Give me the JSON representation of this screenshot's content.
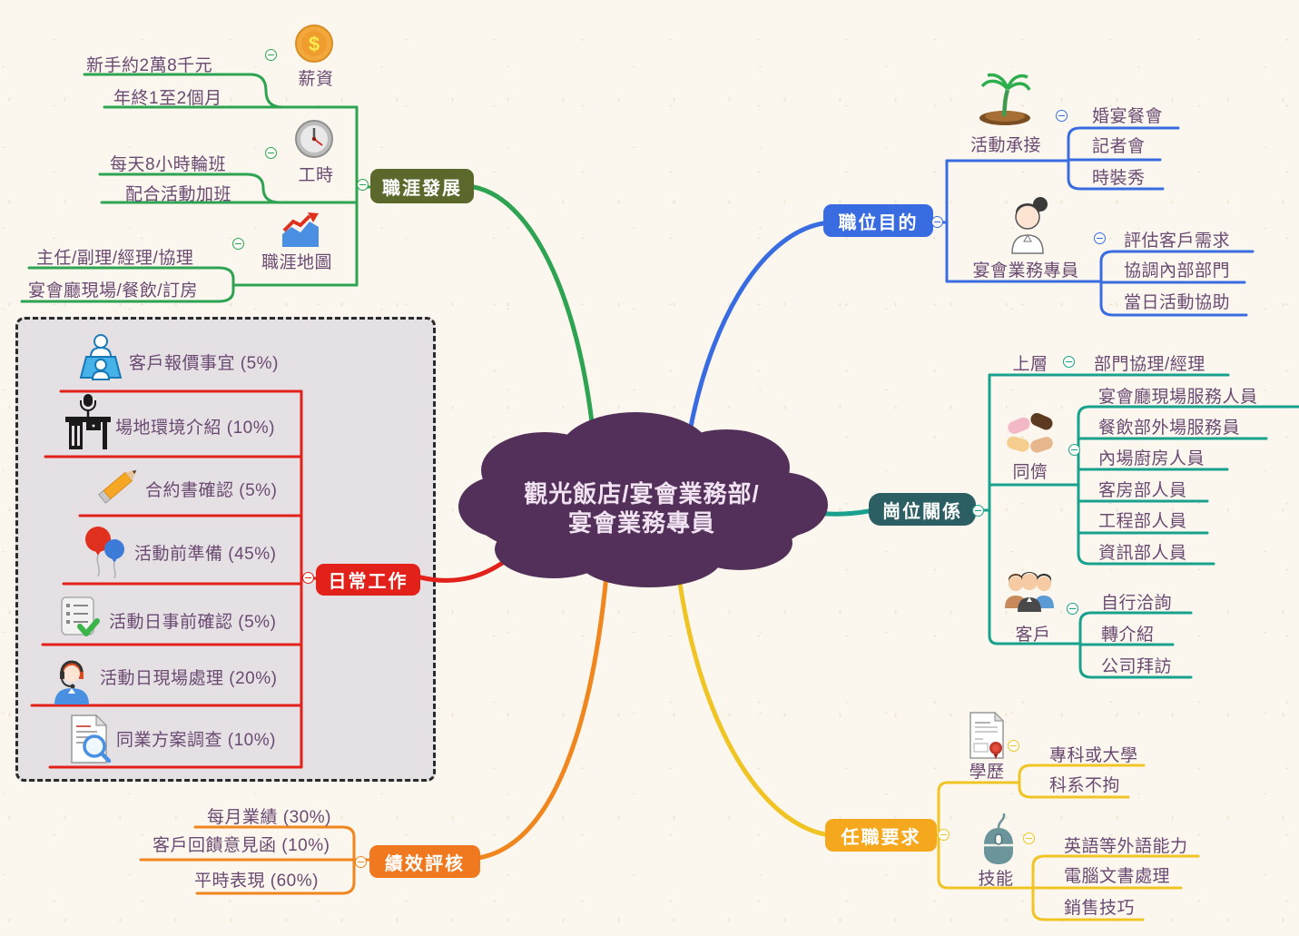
{
  "colors": {
    "green_line": "#2EA352",
    "career_box": "#5A682C",
    "blue": "#3A6CE1",
    "teal_line": "#18A18C",
    "relations_box": "#2C5F63",
    "red": "#E3211B",
    "orange": "#F0781E",
    "orange_line": "#F0861E",
    "amber_box": "#F5A81E",
    "yellow_line": "#F0C424",
    "cloud": "#533059",
    "item_text": "#6B4A72",
    "region_bg": "#E4E0E4"
  },
  "center": {
    "line1": "觀光飯店/宴會業務部/",
    "line2": "宴會業務專員"
  },
  "career": {
    "label": "職涯發展",
    "salary": {
      "label": "薪資",
      "icon": "coin-icon",
      "coin_symbol": "$",
      "items": [
        "新手約2萬8千元",
        "年終1至2個月"
      ]
    },
    "hours": {
      "label": "工時",
      "icon": "clock-icon",
      "items": [
        "每天8小時輪班",
        "配合活動加班"
      ]
    },
    "map": {
      "label": "職涯地圖",
      "icon": "growth-chart-icon",
      "items": [
        "主任/副理/經理/協理",
        "宴會廳現場/餐飲/訂房"
      ]
    }
  },
  "purpose": {
    "label": "職位目的",
    "events": {
      "label": "活動承接",
      "icon": "palm-island-icon",
      "items": [
        "婚宴餐會",
        "記者會",
        "時裝秀"
      ]
    },
    "specialist": {
      "label": "宴會業務專員",
      "icon": "woman-icon",
      "items": [
        "評估客戶需求",
        "協調內部部門",
        "當日活動協助"
      ]
    }
  },
  "relations": {
    "label": "崗位關係",
    "upper": {
      "label": "上層",
      "items": [
        "部門協理/經理"
      ]
    },
    "peers": {
      "label": "同儕",
      "icon": "hands-together-icon",
      "items": [
        "宴會廳現場服務人員",
        "餐飲部外場服務員",
        "內場廚房人員",
        "客房部人員",
        "工程部人員",
        "資訊部人員"
      ]
    },
    "customers": {
      "label": "客戶",
      "icon": "people-group-icon",
      "items": [
        "自行洽詢",
        "轉介紹",
        "公司拜訪"
      ]
    }
  },
  "daily": {
    "label": "日常工作",
    "item_icons": [
      "meeting-icon",
      "reception-desk-icon",
      "pencil-icon",
      "balloons-icon",
      "checklist-icon",
      "support-agent-icon",
      "document-search-icon"
    ],
    "items": [
      "客戶報價事宜 (5%)",
      "場地環境介紹 (10%)",
      "合約書確認 (5%)",
      "活動前準備 (45%)",
      "活動日事前確認 (5%)",
      "活動日現場處理 (20%)",
      "同業方案調查 (10%)"
    ]
  },
  "review": {
    "label": "績效評核",
    "items": [
      "每月業績 (30%)",
      "客戶回饋意見函 (10%)",
      "平時表現 (60%)"
    ]
  },
  "requirements": {
    "label": "任職要求",
    "education": {
      "label": "學歷",
      "icon": "certificate-icon",
      "items": [
        "專科或大學",
        "科系不拘"
      ]
    },
    "skills": {
      "label": "技能",
      "icon": "computer-mouse-icon",
      "items": [
        "英語等外語能力",
        "電腦文書處理",
        "銷售技巧"
      ]
    }
  }
}
